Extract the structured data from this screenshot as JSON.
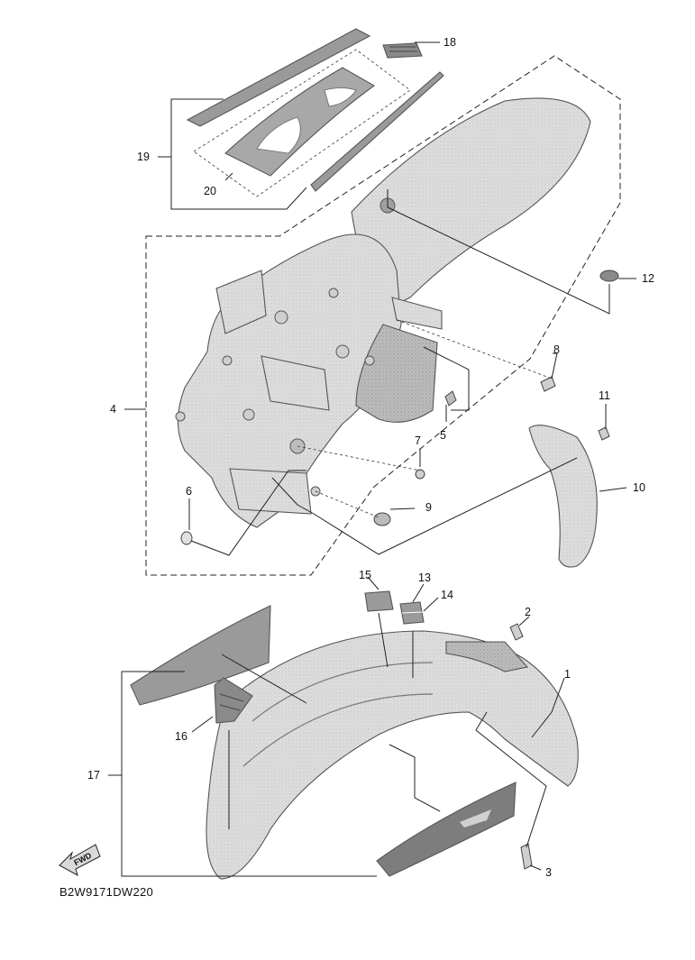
{
  "diagram": {
    "callouts": {
      "c1": "1",
      "c2": "2",
      "c3": "3",
      "c4": "4",
      "c5": "5",
      "c6": "6",
      "c7": "7",
      "c8": "8",
      "c9": "9",
      "c10": "10",
      "c11": "11",
      "c12": "12",
      "c13": "13",
      "c14": "14",
      "c15": "15",
      "c16": "16",
      "c17": "17",
      "c18": "18",
      "c19": "19",
      "c20": "20"
    },
    "fwd_label": "FWD",
    "diagram_code": "B2W9171DW220"
  }
}
